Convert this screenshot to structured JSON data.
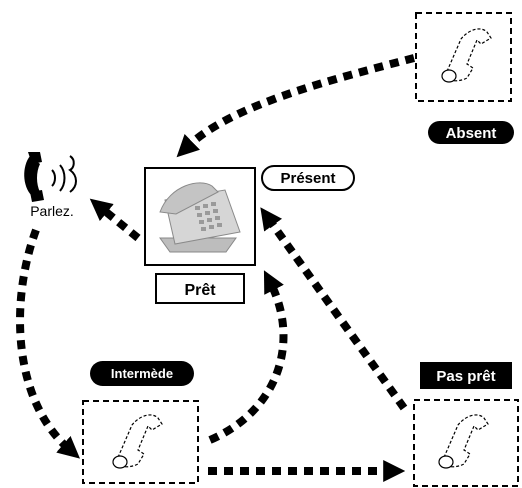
{
  "labels": {
    "absent": "Absent",
    "present": "Présent",
    "ready": "Prêt",
    "not_ready": "Pas prêt",
    "intermission": "Intermède",
    "talk": "Parlez."
  },
  "colors": {
    "ink": "#000000",
    "phone_grey": "#c8c8c8",
    "background": "#ffffff"
  },
  "icons": [
    "phone-handset-icon",
    "desk-phone-icon",
    "speaking-handset-icon"
  ]
}
